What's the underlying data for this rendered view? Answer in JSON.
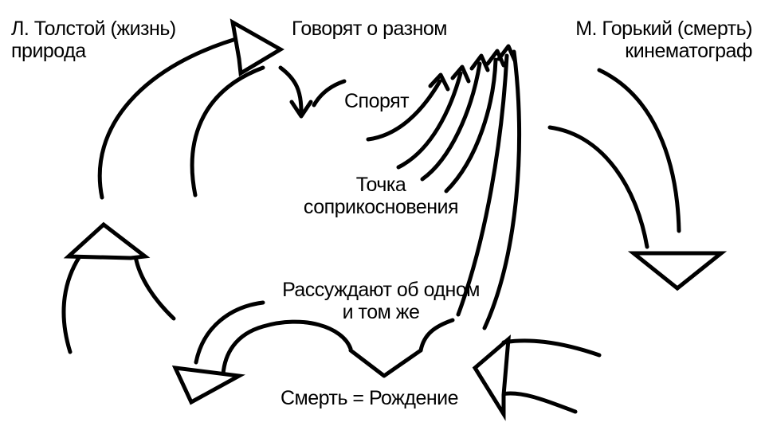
{
  "labels": {
    "tolstoy_line1": "Л. Толстой (жизнь)",
    "tolstoy_line2": "природа",
    "talk_different": "Говорят о разном",
    "gorky_line1": "М. Горький (смерть)",
    "gorky_line2": "кинематограф",
    "argue": "Спорят",
    "contact_line1": "Точка",
    "contact_line2": "соприкосновения",
    "reason_line1": "Рассуждают об одном",
    "reason_line2": "и том же",
    "death_birth": "Смерть = Рождение"
  },
  "colors": {
    "ink": "#000000",
    "background": "#ffffff"
  }
}
